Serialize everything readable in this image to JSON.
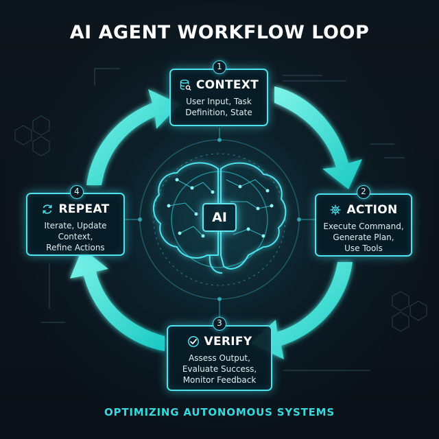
{
  "title": "AI AGENT WORKFLOW LOOP",
  "subtitle": "OPTIMIZING AUTONOMOUS SYSTEMS",
  "center": {
    "label": "AI"
  },
  "colors": {
    "accent": "#4fe3ee",
    "arrow": "#2ee6d6",
    "background": "#0b1219",
    "subtitle": "#37d9df"
  },
  "steps": [
    {
      "number": "1",
      "title": "CONTEXT",
      "icon": "database-search-icon",
      "desc_lines": [
        "User Input, Task",
        "Definition, State"
      ]
    },
    {
      "number": "2",
      "title": "ACTION",
      "icon": "gear-icon",
      "desc_lines": [
        "Execute Command,",
        "Generate Plan,",
        "Use Tools"
      ]
    },
    {
      "number": "3",
      "title": "VERIFY",
      "icon": "check-circle-icon",
      "desc_lines": [
        "Assess Output,",
        "Evaluate Success,",
        "Monitor Feedback"
      ]
    },
    {
      "number": "4",
      "title": "REPEAT",
      "icon": "refresh-icon",
      "desc_lines": [
        "Iterate, Update",
        "Context,",
        "Refine Actions"
      ]
    }
  ]
}
